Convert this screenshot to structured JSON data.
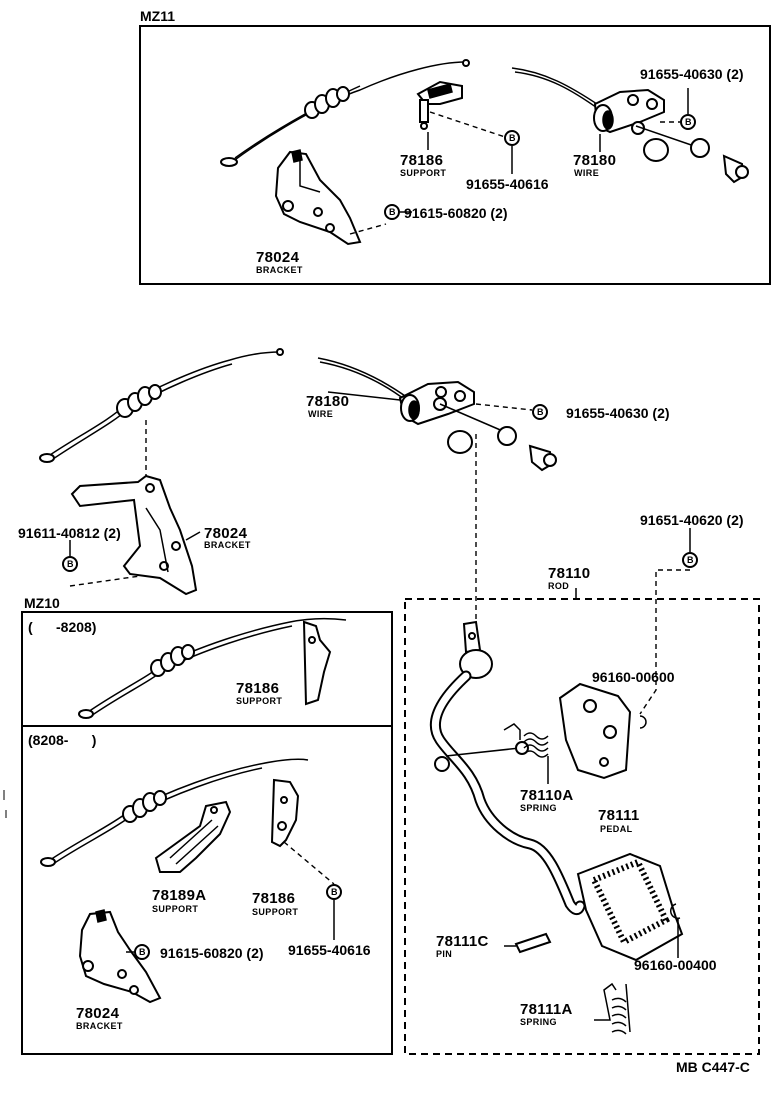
{
  "sections": {
    "mz11": "MZ11",
    "mz10": "MZ10",
    "range_early": "(      -8208)",
    "range_late": "(8208-      )"
  },
  "mz11": {
    "support_num": "78186",
    "support_name": "SUPPORT",
    "wire_num": "78180",
    "wire_name": "WIRE",
    "bracket_num": "78024",
    "bracket_name": "BRACKET",
    "bolt_a": "91655-40630 (2)",
    "bolt_b": "91655-40616",
    "bolt_c": "91615-60820 (2)",
    "bolt_mark": "B"
  },
  "main": {
    "wire_num": "78180",
    "wire_name": "WIRE",
    "bolt_a": "91655-40630 (2)",
    "bracket_num": "78024",
    "bracket_name": "BRACKET",
    "bolt_b": "91611-40812 (2)",
    "bolt_c": "91651-40620 (2)",
    "bolt_mark": "B",
    "rod_num": "78110",
    "rod_name": "ROD",
    "clip_a": "96160-00600",
    "spring_a_num": "78110A",
    "spring_a_name": "SPRING",
    "pedal_num": "78111",
    "pedal_name": "PEDAL",
    "pin_num": "78111C",
    "pin_name": "PIN",
    "clip_b": "96160-00400",
    "spring_b_num": "78111A",
    "spring_b_name": "SPRING"
  },
  "mz10": {
    "support_early_num": "78186",
    "support_early_name": "SUPPORT",
    "support_a_num": "78189A",
    "support_a_name": "SUPPORT",
    "support_b_num": "78186",
    "support_b_name": "SUPPORT",
    "bolt_a": "91615-60820 (2)",
    "bolt_b": "91655-40616",
    "bracket_num": "78024",
    "bracket_name": "BRACKET",
    "bolt_mark": "B"
  },
  "figure_code": "MB C447-C"
}
